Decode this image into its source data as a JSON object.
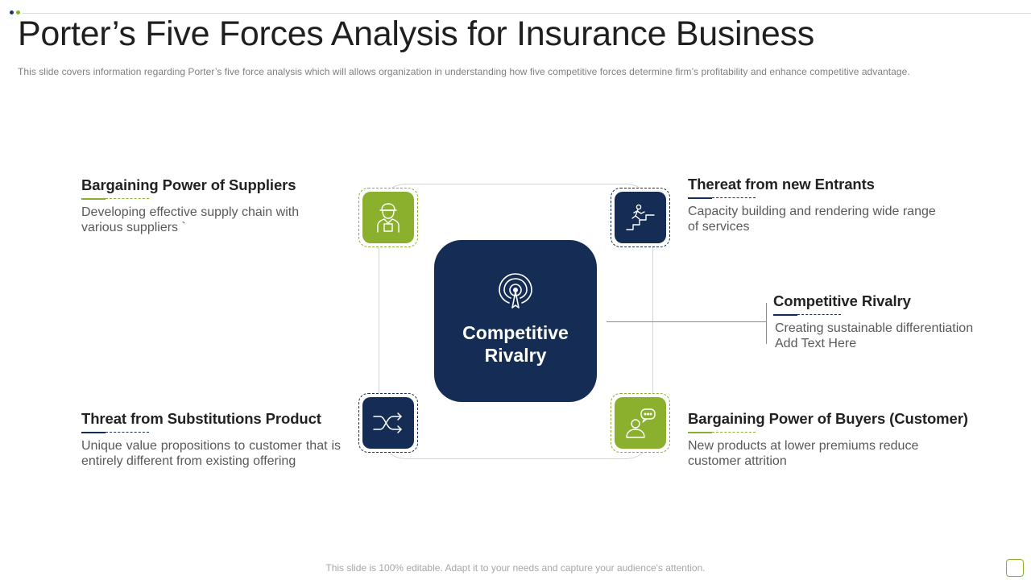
{
  "slide": {
    "title": "Porter’s Five Forces Analysis for Insurance Business",
    "subtitle": "This slide covers information regarding  Porter’s five  force  analysis which will allows  organization  in understanding  how five  competitive forces  determine  firm’s  profitability  and enhance  competitive  advantage.",
    "footer": "This slide is 100% editable. Adapt it to your needs and capture your audience's attention."
  },
  "colors": {
    "navy": "#152d55",
    "green": "#8bb02e",
    "dot_navy": "#1f3864",
    "dot_green": "#8bb02e"
  },
  "center": {
    "label": "Competitive Rivalry",
    "icon": "target-icon"
  },
  "forces": {
    "suppliers": {
      "title": "Bargaining Power of Suppliers",
      "text": "Developing effective supply chain with various suppliers `",
      "icon": "worker-icon"
    },
    "entrants": {
      "title": "Thereat from new Entrants",
      "text": "Capacity building and rendering wide range of services",
      "icon": "stairs-climber-icon"
    },
    "rivalry": {
      "title": "Competitive Rivalry",
      "text": "Creating sustainable differentiation Add Text Here"
    },
    "substitutes": {
      "title": "Threat from Substitutions Product",
      "text": "Unique value propositions to customer that is entirely different from existing offering",
      "icon": "shuffle-icon"
    },
    "buyers": {
      "title": "Bargaining Power of Buyers (Customer)",
      "text": "New products at lower premiums reduce customer attrition",
      "icon": "customer-chat-icon"
    }
  }
}
